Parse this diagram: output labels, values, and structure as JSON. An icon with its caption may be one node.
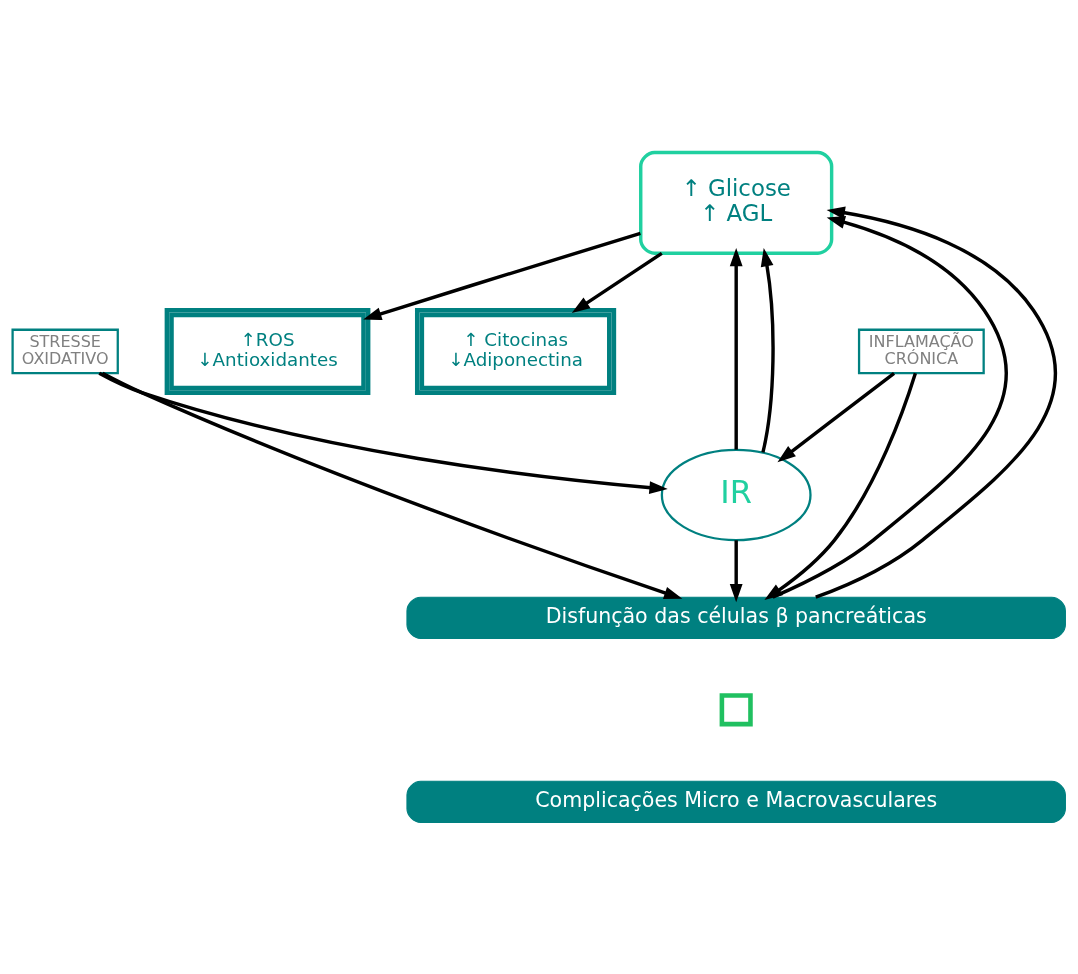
{
  "diagram": {
    "nodes": [
      {
        "text": [
          "↑ Glicose",
          "↑ AGL"
        ]
      },
      {
        "text": [
          "↑ROS",
          "↓Antioxidantes"
        ]
      },
      {
        "text": [
          "↑ Citocinas",
          "↓Adiponectina"
        ]
      },
      {
        "text": [
          "STRESSE OXIDATIVO"
        ]
      },
      {
        "text": [
          "INFLAMAÇÃO CRÓNICA"
        ]
      },
      {
        "text": [
          "IR"
        ]
      },
      {
        "text": [
          "Disfunção das células β pancreáticas"
        ]
      },
      {
        "text": [],
        "shape": "cross"
      },
      {
        "text": [
          "Complicações Micro e Macrovasculares"
        ]
      }
    ],
    "edges": [
      {
        "from": 0,
        "to": 1,
        "arrow": "to"
      },
      {
        "from": 0,
        "to": 2,
        "arrow": "to"
      },
      {
        "from": 3,
        "to": 5,
        "arrow": "to"
      },
      {
        "from": 4,
        "to": 5,
        "arrow": "to"
      },
      {
        "from": 3,
        "to": 6,
        "arrow": "to"
      },
      {
        "from": 5,
        "to": 6,
        "arrow": "to"
      },
      {
        "from": 4,
        "to": 6,
        "arrow": "to"
      },
      {
        "from": 5,
        "to": 0,
        "arrow": "to"
      },
      {
        "from": 6,
        "to": 0,
        "arrow": "to"
      },
      {
        "from": 5,
        "to": 0,
        "arrow": "to"
      },
      {
        "from": 6,
        "to": 0,
        "arrow": "to"
      }
    ]
  }
}
